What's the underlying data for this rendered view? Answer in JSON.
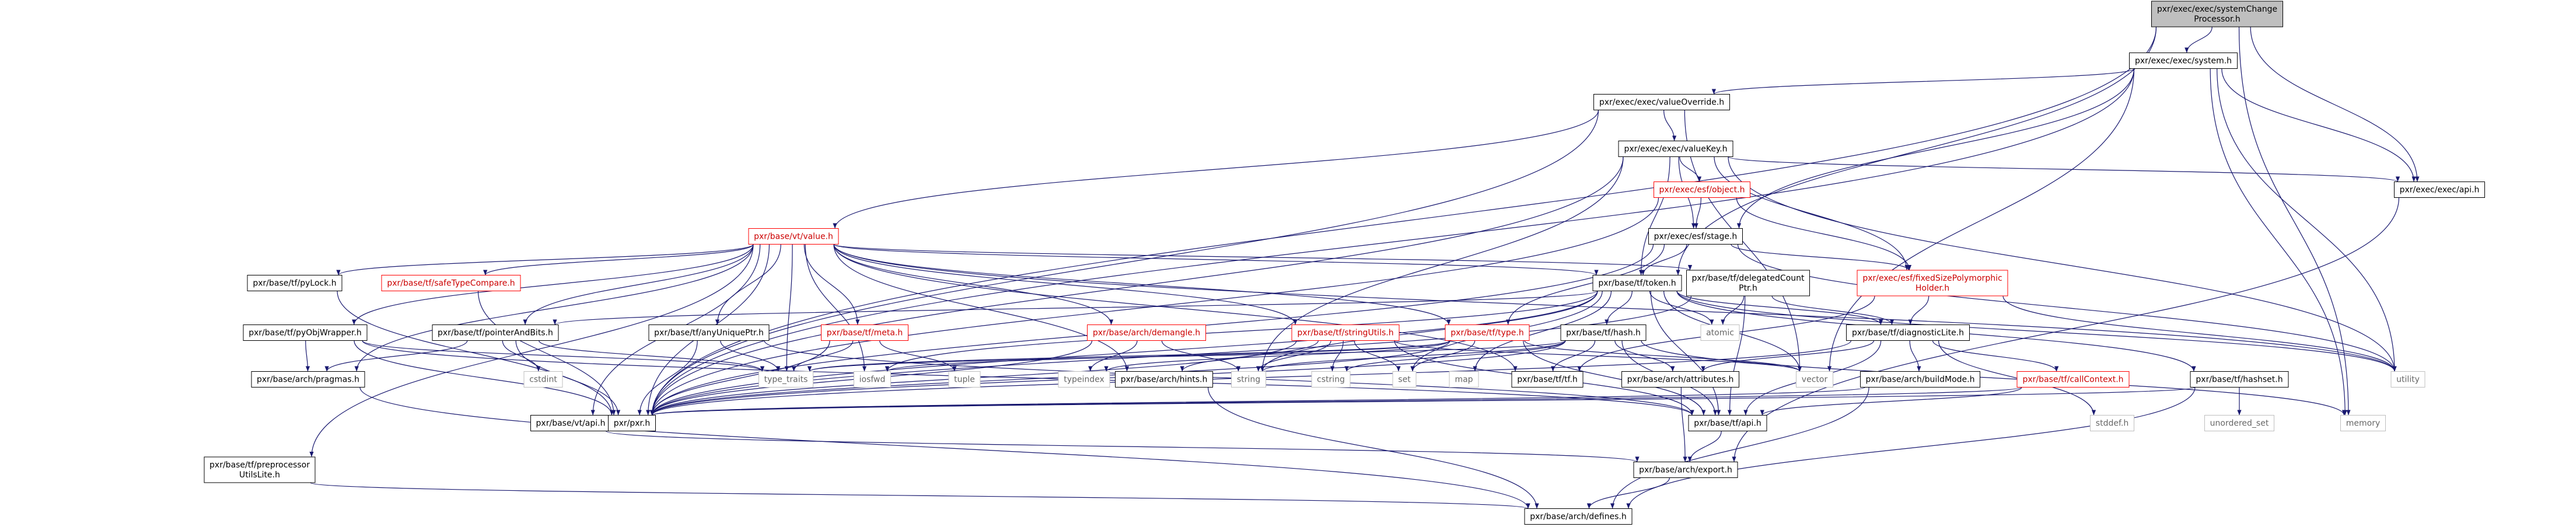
{
  "diagram": {
    "colors": {
      "edge": "#191970",
      "box_border": "#000000",
      "box_border_red": "#ff0000",
      "box_border_grey": "#bfbfbf",
      "root_fill": "#bfbfbf",
      "text": "#000000",
      "text_red": "#cc0000",
      "text_grey": "#666666"
    },
    "nodes": {
      "systemChangeProcessor": {
        "lines": [
          "pxr/exec/exec/systemChange",
          "Processor.h"
        ],
        "style": "root"
      },
      "system": {
        "lines": [
          "pxr/exec/exec/system.h"
        ],
        "style": "normal"
      },
      "valueOverride": {
        "lines": [
          "pxr/exec/exec/valueOverride.h"
        ],
        "style": "normal"
      },
      "valueKey": {
        "lines": [
          "pxr/exec/exec/valueKey.h"
        ],
        "style": "normal"
      },
      "execApi": {
        "lines": [
          "pxr/exec/exec/api.h"
        ],
        "style": "normal"
      },
      "esfObject": {
        "lines": [
          "pxr/exec/esf/object.h"
        ],
        "style": "red"
      },
      "esfStage": {
        "lines": [
          "pxr/exec/esf/stage.h"
        ],
        "style": "normal"
      },
      "vtValue": {
        "lines": [
          "pxr/base/vt/value.h"
        ],
        "style": "red"
      },
      "fixedSize": {
        "lines": [
          "pxr/exec/esf/fixedSizePolymorphic",
          "Holder.h"
        ],
        "style": "red"
      },
      "delegatedCount": {
        "lines": [
          "pxr/base/tf/delegatedCount",
          "Ptr.h"
        ],
        "style": "normal"
      },
      "tfToken": {
        "lines": [
          "pxr/base/tf/token.h"
        ],
        "style": "normal"
      },
      "pyLock": {
        "lines": [
          "pxr/base/tf/pyLock.h"
        ],
        "style": "normal"
      },
      "safeTypeCompare": {
        "lines": [
          "pxr/base/tf/safeTypeCompare.h"
        ],
        "style": "red"
      },
      "pyObjWrapper": {
        "lines": [
          "pxr/base/tf/pyObjWrapper.h"
        ],
        "style": "normal"
      },
      "pointerAndBits": {
        "lines": [
          "pxr/base/tf/pointerAndBits.h"
        ],
        "style": "normal"
      },
      "anyUniquePtr": {
        "lines": [
          "pxr/base/tf/anyUniquePtr.h"
        ],
        "style": "normal"
      },
      "tfMeta": {
        "lines": [
          "pxr/base/tf/meta.h"
        ],
        "style": "red"
      },
      "demangle": {
        "lines": [
          "pxr/base/arch/demangle.h"
        ],
        "style": "red"
      },
      "stringUtils": {
        "lines": [
          "pxr/base/tf/stringUtils.h"
        ],
        "style": "red"
      },
      "tfType": {
        "lines": [
          "pxr/base/tf/type.h"
        ],
        "style": "red"
      },
      "tfHash": {
        "lines": [
          "pxr/base/tf/hash.h"
        ],
        "style": "normal"
      },
      "diagnosticLite": {
        "lines": [
          "pxr/base/tf/diagnosticLite.h"
        ],
        "style": "normal"
      },
      "callContext": {
        "lines": [
          "pxr/base/tf/callContext.h"
        ],
        "style": "red"
      },
      "buildMode": {
        "lines": [
          "pxr/base/arch/buildMode.h"
        ],
        "style": "normal"
      },
      "hashset": {
        "lines": [
          "pxr/base/tf/hashset.h"
        ],
        "style": "normal"
      },
      "archPragmas": {
        "lines": [
          "pxr/base/arch/pragmas.h"
        ],
        "style": "normal"
      },
      "vtApi": {
        "lines": [
          "pxr/base/vt/api.h"
        ],
        "style": "normal"
      },
      "preprocessorUtilsLite": {
        "lines": [
          "pxr/base/tf/preprocessor",
          "UtilsLite.h"
        ],
        "style": "normal"
      },
      "pxrH": {
        "lines": [
          "pxr/pxr.h"
        ],
        "style": "normal"
      },
      "archHints": {
        "lines": [
          "pxr/base/arch/hints.h"
        ],
        "style": "normal"
      },
      "archAttributes": {
        "lines": [
          "pxr/base/arch/attributes.h"
        ],
        "style": "normal"
      },
      "tfH": {
        "lines": [
          "pxr/base/tf/tf.h"
        ],
        "style": "normal"
      },
      "tfApi": {
        "lines": [
          "pxr/base/tf/api.h"
        ],
        "style": "normal"
      },
      "archExport": {
        "lines": [
          "pxr/base/arch/export.h"
        ],
        "style": "normal"
      },
      "archDefines": {
        "lines": [
          "pxr/base/arch/defines.h"
        ],
        "style": "normal"
      },
      "typeTraits": {
        "lines": [
          "type_traits"
        ],
        "style": "grey"
      },
      "iosfwd": {
        "lines": [
          "iosfwd"
        ],
        "style": "grey"
      },
      "cstdint": {
        "lines": [
          "cstdint"
        ],
        "style": "grey"
      },
      "tuple": {
        "lines": [
          "tuple"
        ],
        "style": "grey"
      },
      "typeindex": {
        "lines": [
          "typeindex"
        ],
        "style": "grey"
      },
      "stringStd": {
        "lines": [
          "string"
        ],
        "style": "grey"
      },
      "cstring": {
        "lines": [
          "cstring"
        ],
        "style": "grey"
      },
      "set": {
        "lines": [
          "set"
        ],
        "style": "grey"
      },
      "atomic": {
        "lines": [
          "atomic"
        ],
        "style": "grey"
      },
      "map": {
        "lines": [
          "map"
        ],
        "style": "grey"
      },
      "vector": {
        "lines": [
          "vector"
        ],
        "style": "grey"
      },
      "utility": {
        "lines": [
          "utility"
        ],
        "style": "grey"
      },
      "memory": {
        "lines": [
          "memory"
        ],
        "style": "grey"
      },
      "stddef": {
        "lines": [
          "stddef.h"
        ],
        "style": "grey"
      },
      "unorderedSet": {
        "lines": [
          "unordered_set"
        ],
        "style": "grey"
      }
    },
    "edges": [
      [
        "systemChangeProcessor",
        "system"
      ],
      [
        "systemChangeProcessor",
        "execApi"
      ],
      [
        "systemChangeProcessor",
        "tfToken"
      ],
      [
        "systemChangeProcessor",
        "pxrH"
      ],
      [
        "systemChangeProcessor",
        "memory"
      ],
      [
        "system",
        "valueOverride"
      ],
      [
        "system",
        "execApi"
      ],
      [
        "system",
        "esfStage"
      ],
      [
        "system",
        "vector"
      ],
      [
        "system",
        "utility"
      ],
      [
        "system",
        "memory"
      ],
      [
        "system",
        "pxrH"
      ],
      [
        "valueOverride",
        "valueKey"
      ],
      [
        "valueOverride",
        "vtValue"
      ],
      [
        "valueOverride",
        "pxrH"
      ],
      [
        "valueOverride",
        "vector"
      ],
      [
        "valueKey",
        "esfObject"
      ],
      [
        "valueKey",
        "esfStage"
      ],
      [
        "valueKey",
        "execApi"
      ],
      [
        "valueKey",
        "tfToken"
      ],
      [
        "valueKey",
        "fixedSize"
      ],
      [
        "valueKey",
        "pxrH"
      ],
      [
        "valueKey",
        "stringStd"
      ],
      [
        "valueKey",
        "utility"
      ],
      [
        "esfObject",
        "esfStage"
      ],
      [
        "esfObject",
        "fixedSize"
      ],
      [
        "esfObject",
        "pxrH"
      ],
      [
        "esfStage",
        "tfToken"
      ],
      [
        "esfStage",
        "fixedSize"
      ],
      [
        "esfStage",
        "tfType"
      ],
      [
        "esfStage",
        "pxrH"
      ],
      [
        "esfStage",
        "utility"
      ],
      [
        "execApi",
        "archExport"
      ],
      [
        "vtValue",
        "pyLock"
      ],
      [
        "vtValue",
        "safeTypeCompare"
      ],
      [
        "vtValue",
        "pyObjWrapper"
      ],
      [
        "vtValue",
        "pointerAndBits"
      ],
      [
        "vtValue",
        "anyUniquePtr"
      ],
      [
        "vtValue",
        "tfMeta"
      ],
      [
        "vtValue",
        "demangle"
      ],
      [
        "vtValue",
        "stringUtils"
      ],
      [
        "vtValue",
        "tfType"
      ],
      [
        "vtValue",
        "delegatedCount"
      ],
      [
        "vtValue",
        "tfToken"
      ],
      [
        "vtValue",
        "archPragmas"
      ],
      [
        "vtValue",
        "vtApi"
      ],
      [
        "vtValue",
        "preprocessorUtilsLite"
      ],
      [
        "vtValue",
        "typeTraits"
      ],
      [
        "vtValue",
        "iosfwd"
      ],
      [
        "vtValue",
        "pxrH"
      ],
      [
        "vtValue",
        "archHints"
      ],
      [
        "vtValue",
        "tfH"
      ],
      [
        "vtValue",
        "utility"
      ],
      [
        "fixedSize",
        "diagnosticLite"
      ],
      [
        "fixedSize",
        "utility"
      ],
      [
        "fixedSize",
        "tfH"
      ],
      [
        "delegatedCount",
        "diagnosticLite"
      ],
      [
        "delegatedCount",
        "tfApi"
      ],
      [
        "delegatedCount",
        "atomic"
      ],
      [
        "delegatedCount",
        "pxrH"
      ],
      [
        "tfToken",
        "tfHash"
      ],
      [
        "tfToken",
        "diagnosticLite"
      ],
      [
        "tfToken",
        "pointerAndBits"
      ],
      [
        "tfToken",
        "hashset"
      ],
      [
        "tfToken",
        "stringStd"
      ],
      [
        "tfToken",
        "vector"
      ],
      [
        "tfToken",
        "set"
      ],
      [
        "tfToken",
        "map"
      ],
      [
        "tfToken",
        "atomic"
      ],
      [
        "tfToken",
        "iosfwd"
      ],
      [
        "tfToken",
        "tfApi"
      ],
      [
        "tfToken",
        "pxrH"
      ],
      [
        "tfToken",
        "utility"
      ],
      [
        "pyLock",
        "pxrH"
      ],
      [
        "safeTypeCompare",
        "pxrH"
      ],
      [
        "pyObjWrapper",
        "archPragmas"
      ],
      [
        "pyObjWrapper",
        "typeTraits"
      ],
      [
        "pyObjWrapper",
        "pxrH"
      ],
      [
        "pyObjWrapper",
        "tfApi"
      ],
      [
        "pointerAndBits",
        "archPragmas"
      ],
      [
        "pointerAndBits",
        "cstdint"
      ],
      [
        "pointerAndBits",
        "typeTraits"
      ],
      [
        "pointerAndBits",
        "pxrH"
      ],
      [
        "anyUniquePtr",
        "typeTraits"
      ],
      [
        "anyUniquePtr",
        "pxrH"
      ],
      [
        "anyUniquePtr",
        "tfApi"
      ],
      [
        "tfMeta",
        "tuple"
      ],
      [
        "tfMeta",
        "typeTraits"
      ],
      [
        "tfMeta",
        "pxrH"
      ],
      [
        "demangle",
        "typeindex"
      ],
      [
        "demangle",
        "stringStd"
      ],
      [
        "demangle",
        "pxrH"
      ],
      [
        "stringUtils",
        "archHints"
      ],
      [
        "stringUtils",
        "stringStd"
      ],
      [
        "stringUtils",
        "cstring"
      ],
      [
        "stringUtils",
        "set"
      ],
      [
        "stringUtils",
        "vector"
      ],
      [
        "stringUtils",
        "tfApi"
      ],
      [
        "stringUtils",
        "pxrH"
      ],
      [
        "tfType",
        "typeindex"
      ],
      [
        "tfType",
        "set"
      ],
      [
        "tfType",
        "vector"
      ],
      [
        "tfType",
        "iosfwd"
      ],
      [
        "tfType",
        "typeTraits"
      ],
      [
        "tfType",
        "tfApi"
      ],
      [
        "tfType",
        "pxrH"
      ],
      [
        "tfHash",
        "archAttributes"
      ],
      [
        "tfHash",
        "tfH"
      ],
      [
        "tfHash",
        "typeTraits"
      ],
      [
        "tfHash",
        "stringStd"
      ],
      [
        "tfHash",
        "cstring"
      ],
      [
        "tfHash",
        "memory"
      ],
      [
        "tfHash",
        "tfApi"
      ],
      [
        "tfHash",
        "pxrH"
      ],
      [
        "diagnosticLite",
        "callContext"
      ],
      [
        "diagnosticLite",
        "buildMode"
      ],
      [
        "diagnosticLite",
        "archAttributes"
      ],
      [
        "diagnosticLite",
        "tfApi"
      ],
      [
        "diagnosticLite",
        "stddef"
      ],
      [
        "diagnosticLite",
        "pxrH"
      ],
      [
        "callContext",
        "pxrH"
      ],
      [
        "callContext",
        "tfApi"
      ],
      [
        "buildMode",
        "archDefines"
      ],
      [
        "buildMode",
        "pxrH"
      ],
      [
        "hashset",
        "unorderedSet"
      ],
      [
        "hashset",
        "pxrH"
      ],
      [
        "hashset",
        "archDefines"
      ],
      [
        "archPragmas",
        "archDefines"
      ],
      [
        "vtApi",
        "archExport"
      ],
      [
        "preprocessorUtilsLite",
        "archDefines"
      ],
      [
        "archHints",
        "archDefines"
      ],
      [
        "archAttributes",
        "archExport"
      ],
      [
        "tfApi",
        "archExport"
      ],
      [
        "archExport",
        "archDefines"
      ]
    ]
  }
}
